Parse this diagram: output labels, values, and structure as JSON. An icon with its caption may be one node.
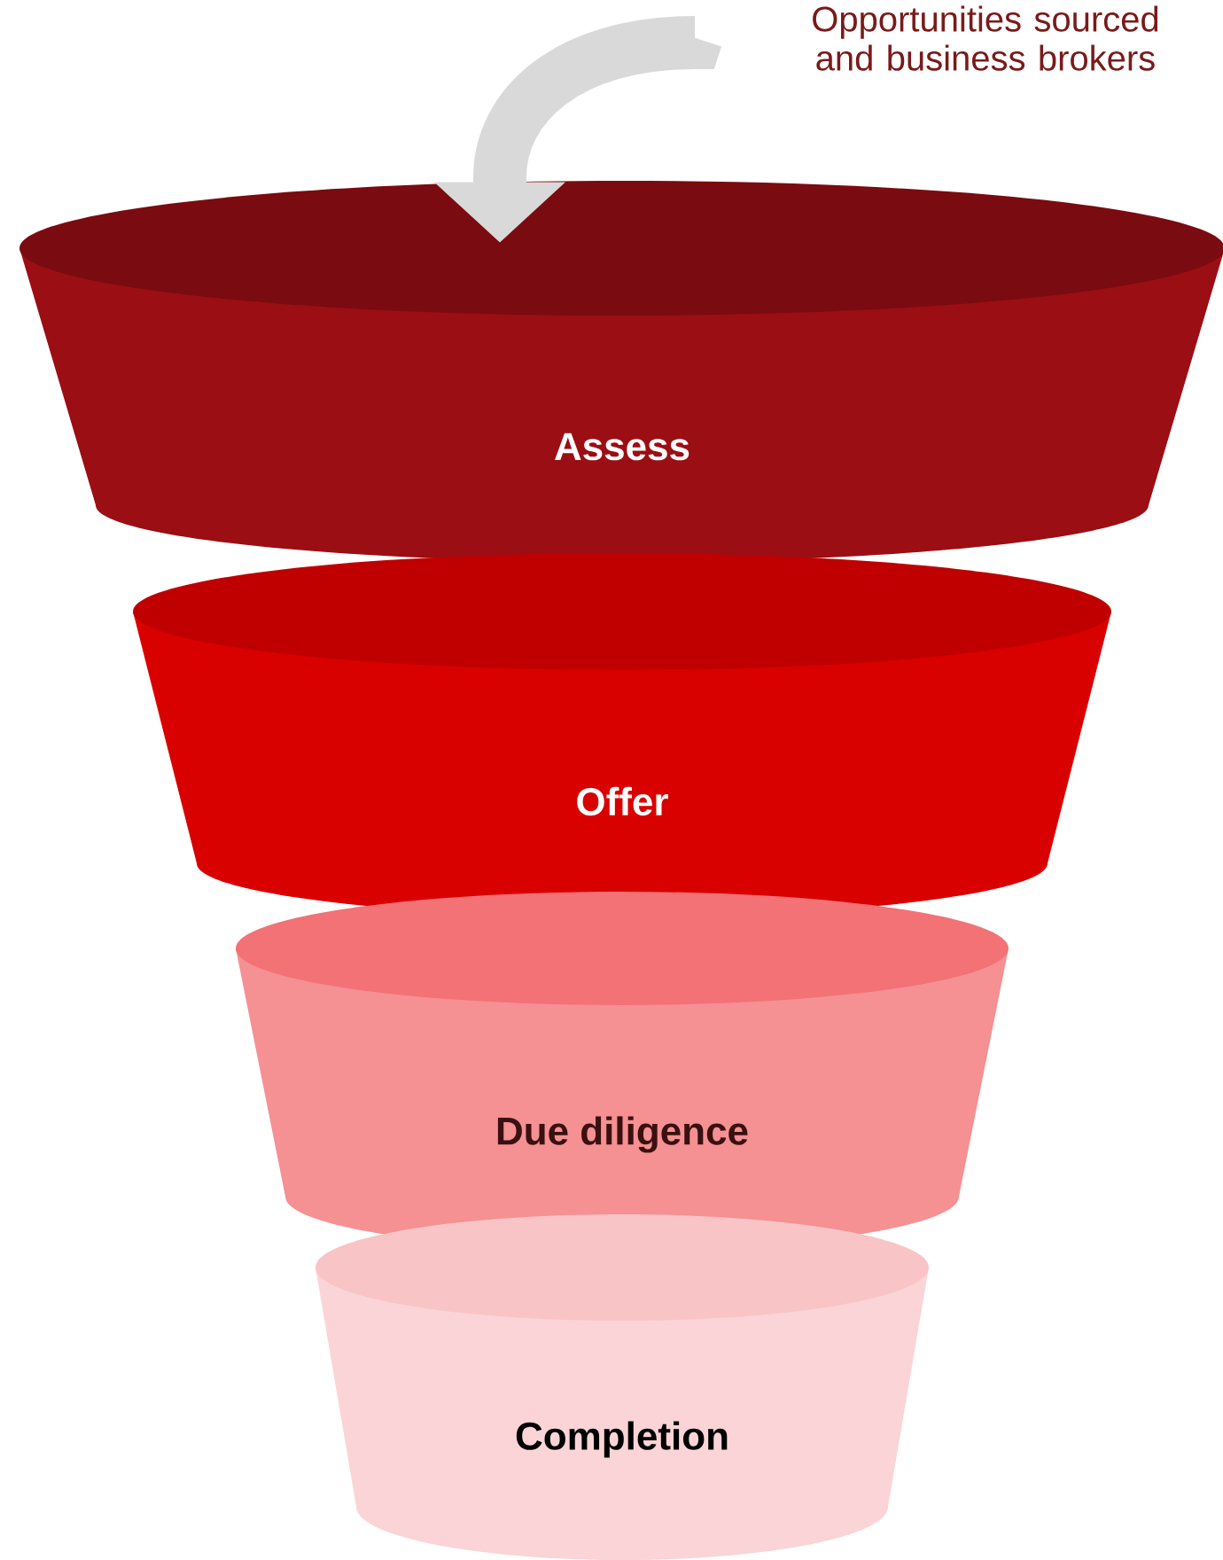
{
  "diagram": {
    "nodes": [
      {
        "text": [
          "Opportunities sourced and business brokers"
        ]
      },
      {
        "text": [
          "Assess"
        ]
      },
      {
        "text": [
          "Offer"
        ]
      },
      {
        "text": [
          "Due diligence"
        ]
      },
      {
        "text": [
          "Completion"
        ]
      }
    ],
    "edges": [
      {
        "from": 0,
        "to": 1,
        "arrow": "to"
      }
    ]
  }
}
